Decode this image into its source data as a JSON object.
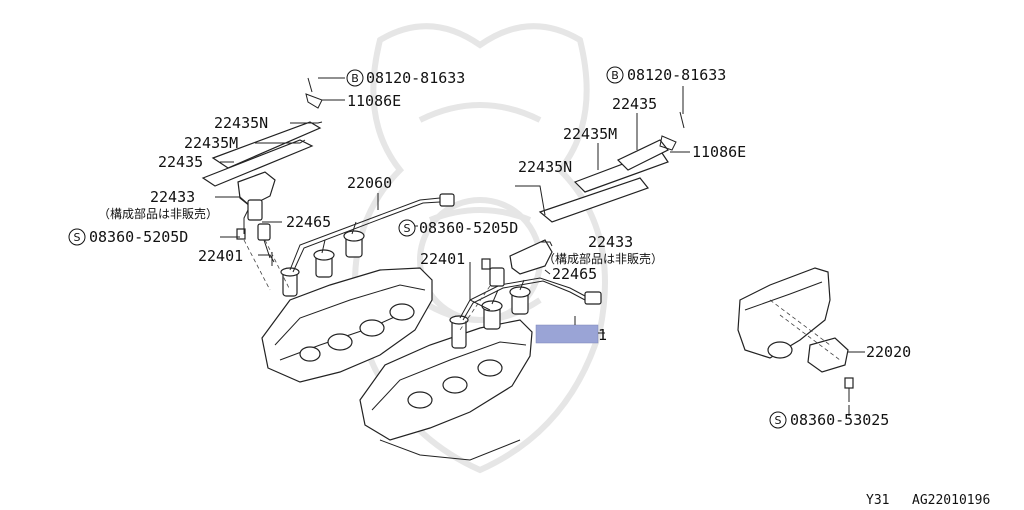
{
  "callouts": {
    "bolt_left": "08120-81633",
    "bolt_right": "08120-81633",
    "bracket_left": "11086E",
    "bracket_right": "11086E",
    "gasket_n_left": "22435N",
    "gasket_m_left": "22435M",
    "gasket_left": "22435",
    "gasket_right": "22435",
    "gasket_m_right": "22435M",
    "gasket_n_right": "22435N",
    "sensor_left": "22433",
    "sensor_right": "22433",
    "not_sold_left": "（構成部品は非販売）",
    "not_sold_right": "（構成部品は非販売）",
    "harness": "22060",
    "coil_left": "22465",
    "coil_right": "22465",
    "screw_left": "08360-5205D",
    "screw_right": "08360-5205D",
    "plug_left": "22401",
    "plug_right": "22401",
    "hidden_suffix": "1",
    "cover": "22020",
    "screw_cover": "08360-53025"
  },
  "symbols": {
    "bolt": "B",
    "screw": "S"
  },
  "footer": {
    "model": "Y31",
    "diagram_code": "AG22010196"
  },
  "colors": {
    "redaction_box": "#9aa4d6",
    "ink": "#222222",
    "watermark": "#e6e6e6"
  }
}
